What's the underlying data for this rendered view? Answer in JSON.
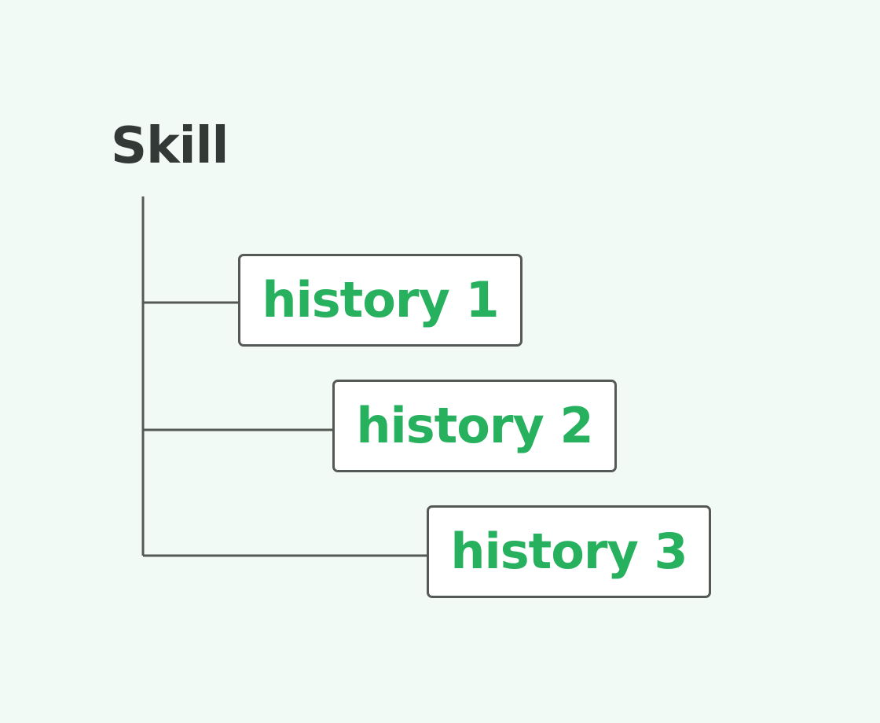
{
  "diagram": {
    "root": {
      "label": "Skill",
      "text_color": "#333936"
    },
    "children": [
      {
        "label": "history 1"
      },
      {
        "label": "history 2"
      },
      {
        "label": "history 3"
      }
    ],
    "colors": {
      "background": "#f1faf4",
      "node_text": "#27b15f",
      "node_border": "#555955",
      "connector": "#555955",
      "node_fill": "#ffffff"
    }
  }
}
